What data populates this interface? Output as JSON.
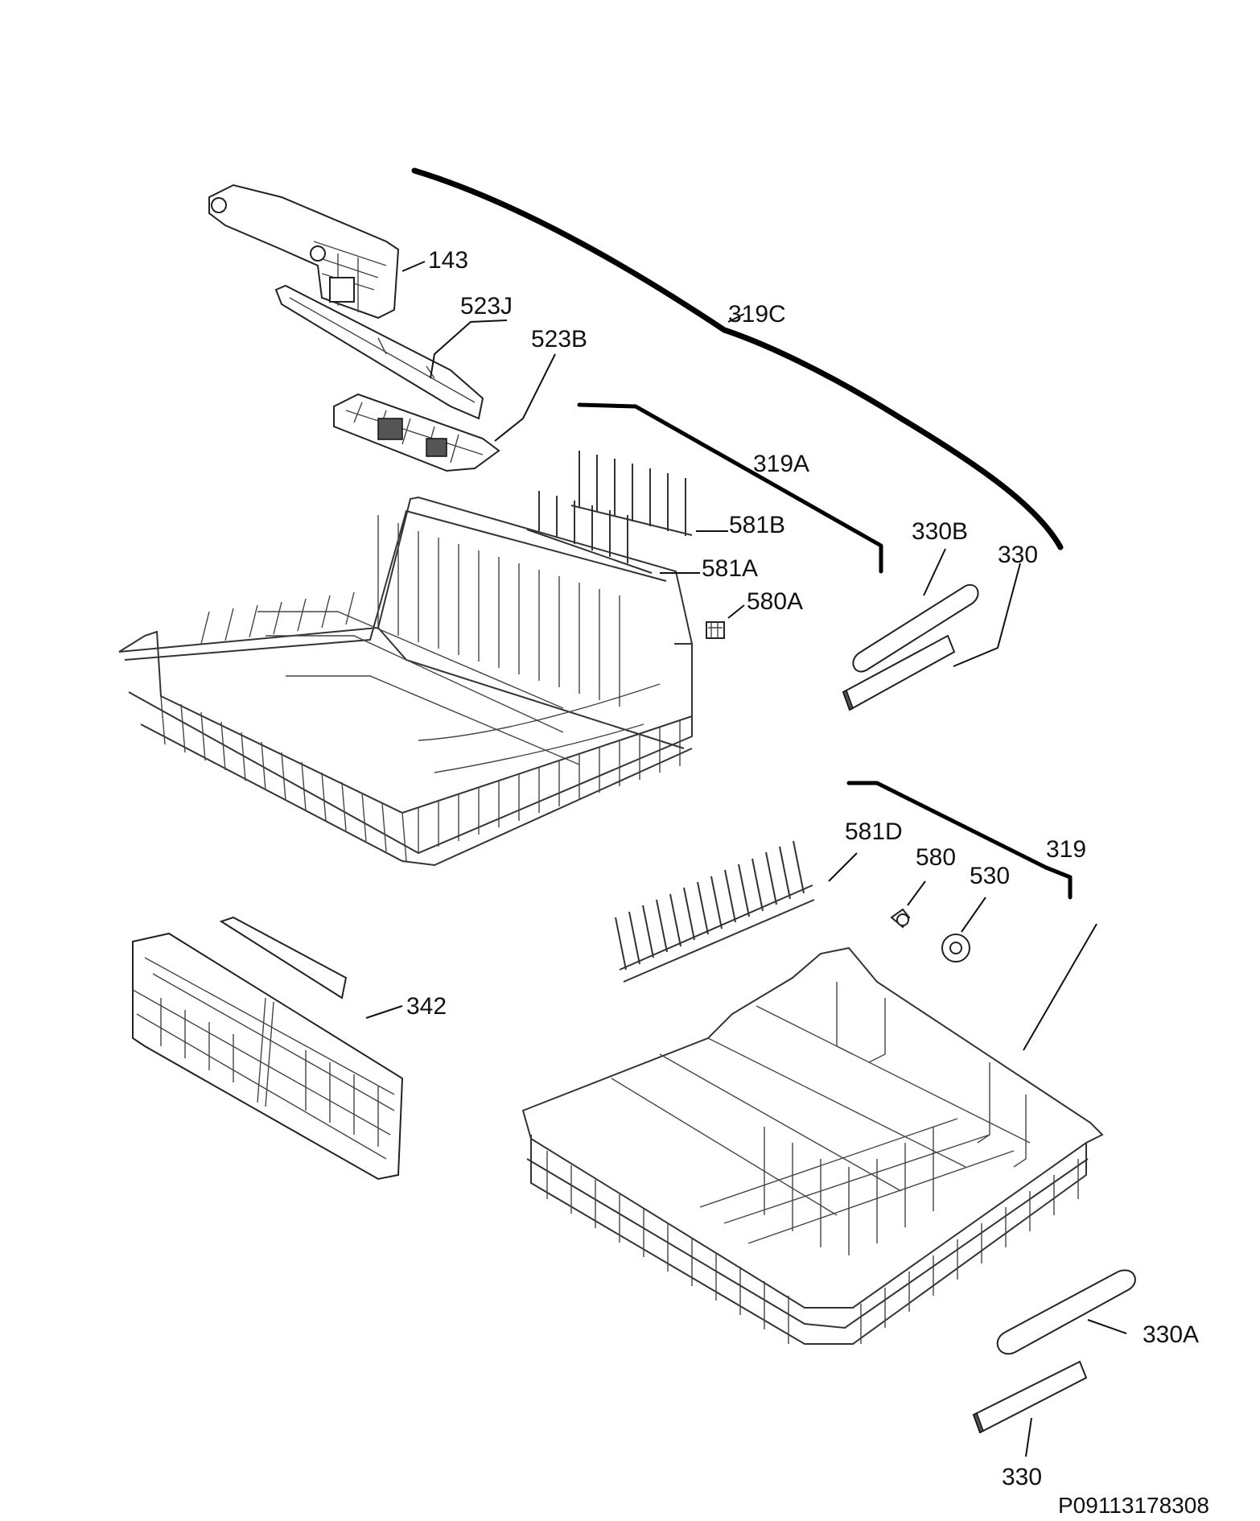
{
  "labels": {
    "p143": "143",
    "p523J": "523J",
    "p523B": "523B",
    "p319C": "319C",
    "p319A": "319A",
    "p581B": "581B",
    "p581A": "581A",
    "p580A": "580A",
    "p330B": "330B",
    "p330_upper": "330",
    "p581D": "581D",
    "p580": "580",
    "p530": "530",
    "p319": "319",
    "p342": "342",
    "p330A": "330A",
    "p330_lower": "330"
  },
  "document_id": "P09113178308",
  "colors": {
    "line": "#222222",
    "background": "#ffffff"
  }
}
